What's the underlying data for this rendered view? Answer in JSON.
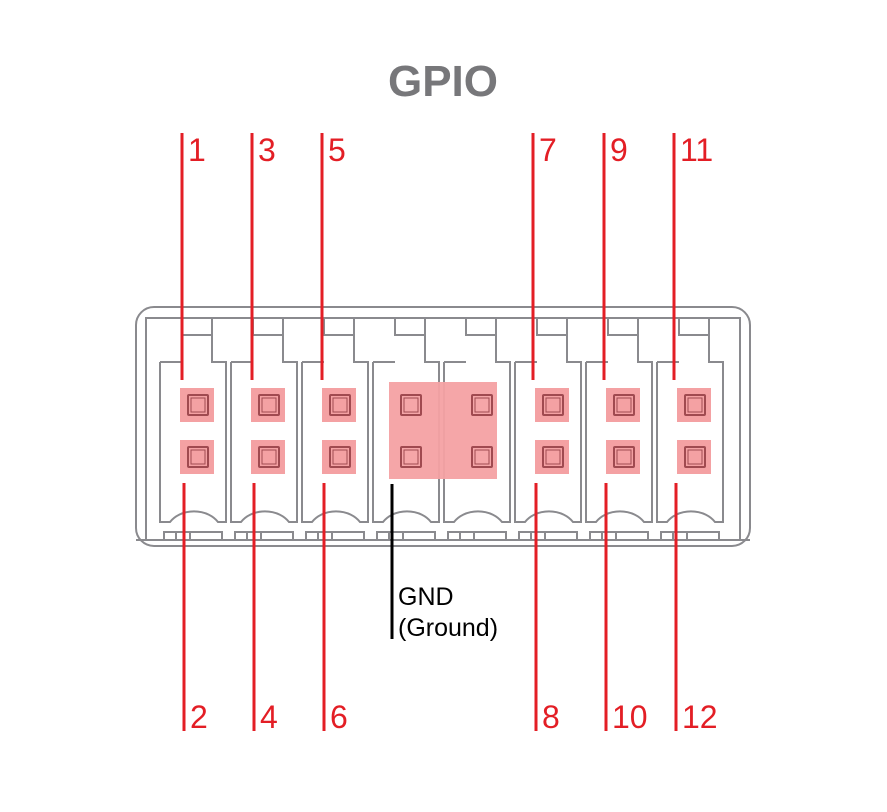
{
  "title": "GPIO",
  "gnd": {
    "line1": "GND",
    "line2": "(Ground)"
  },
  "top_pins": [
    "1",
    "3",
    "5",
    "7",
    "9",
    "11"
  ],
  "bottom_pins": [
    "2",
    "4",
    "6",
    "8",
    "10",
    "12"
  ],
  "colors": {
    "title": "#77777a",
    "pin_line": "#e31e25",
    "pin_pad": "#f4a1a3",
    "outline": "#8a8a8e",
    "gnd_line": "#000000"
  }
}
